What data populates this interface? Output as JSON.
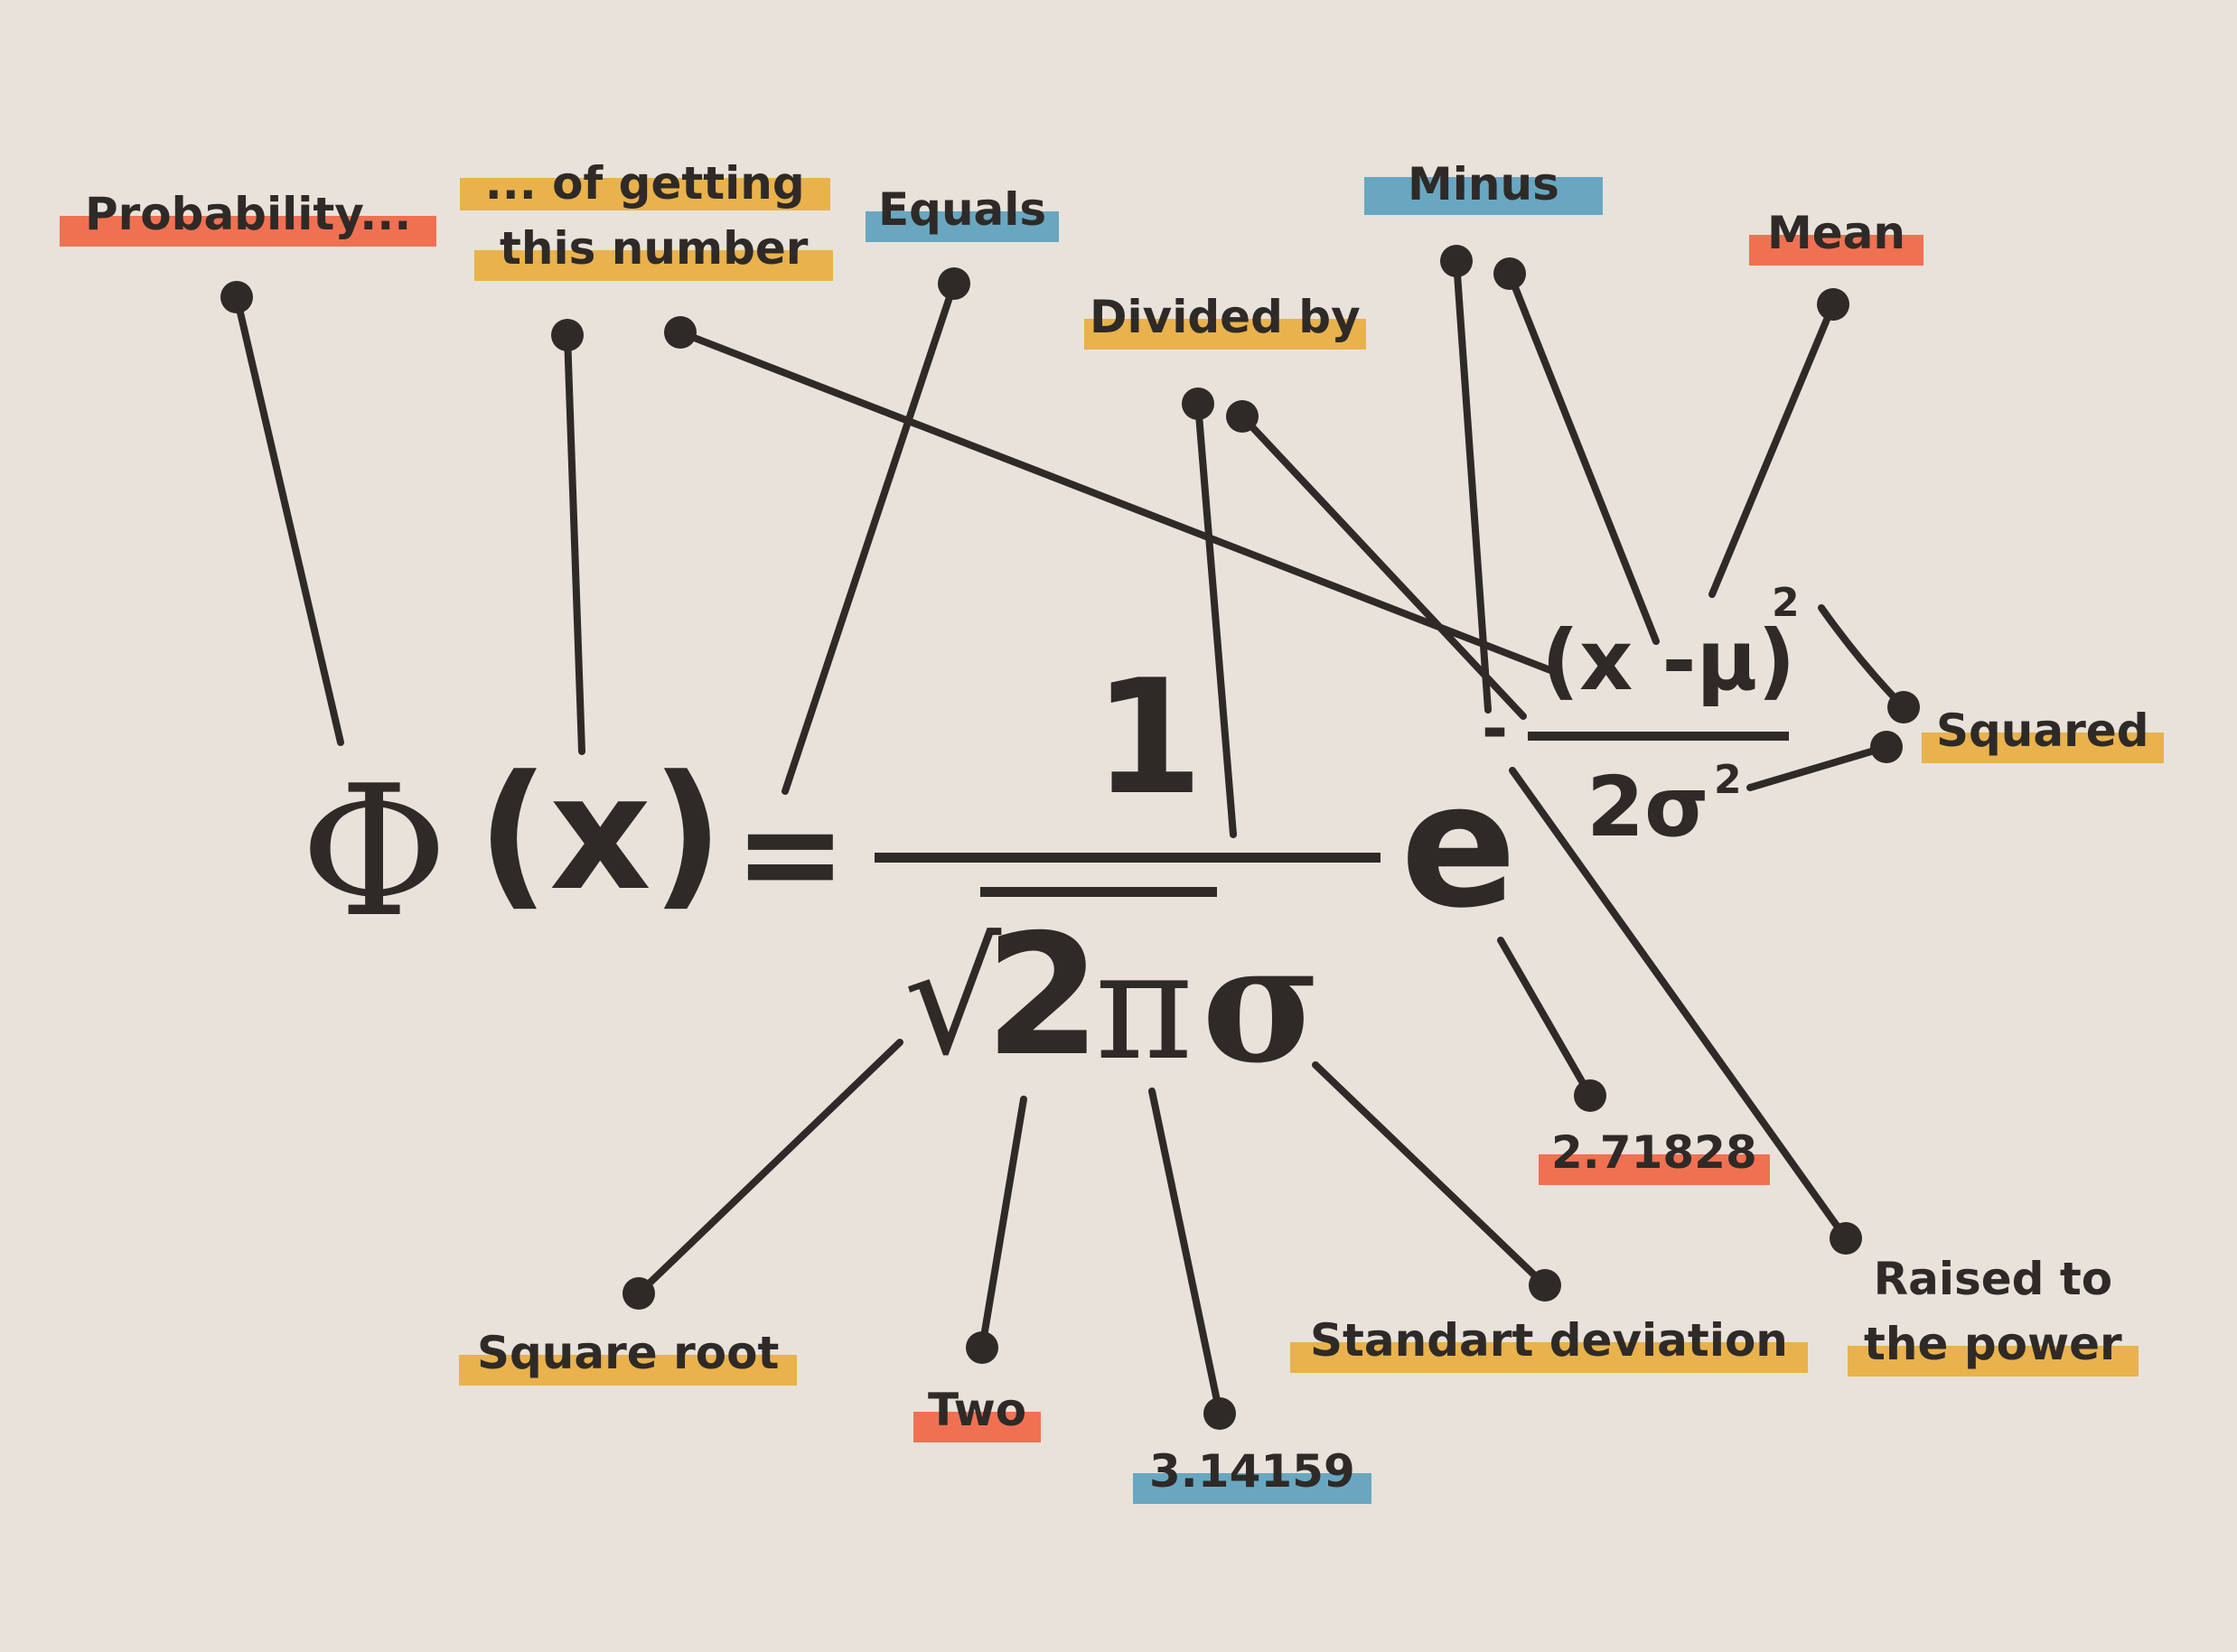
{
  "colors": {
    "background": "#e8e2da",
    "ink": "#2e2a27",
    "red": "#f07152",
    "yellow": "#e9b24c",
    "blue": "#69a7c1"
  },
  "formula": {
    "phi": "Φ",
    "x_paren": "(x)",
    "equals": "=",
    "numerator": "1",
    "radical": "√",
    "two": "2",
    "pi": "π",
    "sigma": "σ",
    "e": "e",
    "minus": "-",
    "exp_numerator": "(x -μ)",
    "exp_numerator_power": "2",
    "exp_denominator": "2σ",
    "exp_denominator_power": "2"
  },
  "labels": [
    {
      "id": "probability",
      "lines": [
        "Probability..."
      ],
      "color": "red"
    },
    {
      "id": "of-getting",
      "lines": [
        "... of getting",
        "this number"
      ],
      "color": "yellow"
    },
    {
      "id": "equals",
      "lines": [
        "Equals"
      ],
      "color": "blue"
    },
    {
      "id": "divided-by",
      "lines": [
        "Divided by"
      ],
      "color": "yellow"
    },
    {
      "id": "minus",
      "lines": [
        "Minus"
      ],
      "color": "blue"
    },
    {
      "id": "mean",
      "lines": [
        "Mean"
      ],
      "color": "red"
    },
    {
      "id": "squared",
      "lines": [
        "Squared"
      ],
      "color": "yellow"
    },
    {
      "id": "e-value",
      "lines": [
        "2.71828"
      ],
      "color": "red"
    },
    {
      "id": "raised",
      "lines": [
        "Raised to",
        "the power"
      ],
      "color": "yellow"
    },
    {
      "id": "std-dev",
      "lines": [
        "Standart deviation"
      ],
      "color": "yellow"
    },
    {
      "id": "pi-value",
      "lines": [
        "3.14159"
      ],
      "color": "blue"
    },
    {
      "id": "two",
      "lines": [
        "Two"
      ],
      "color": "red"
    },
    {
      "id": "square-root",
      "lines": [
        "Square root"
      ],
      "color": "yellow"
    }
  ]
}
